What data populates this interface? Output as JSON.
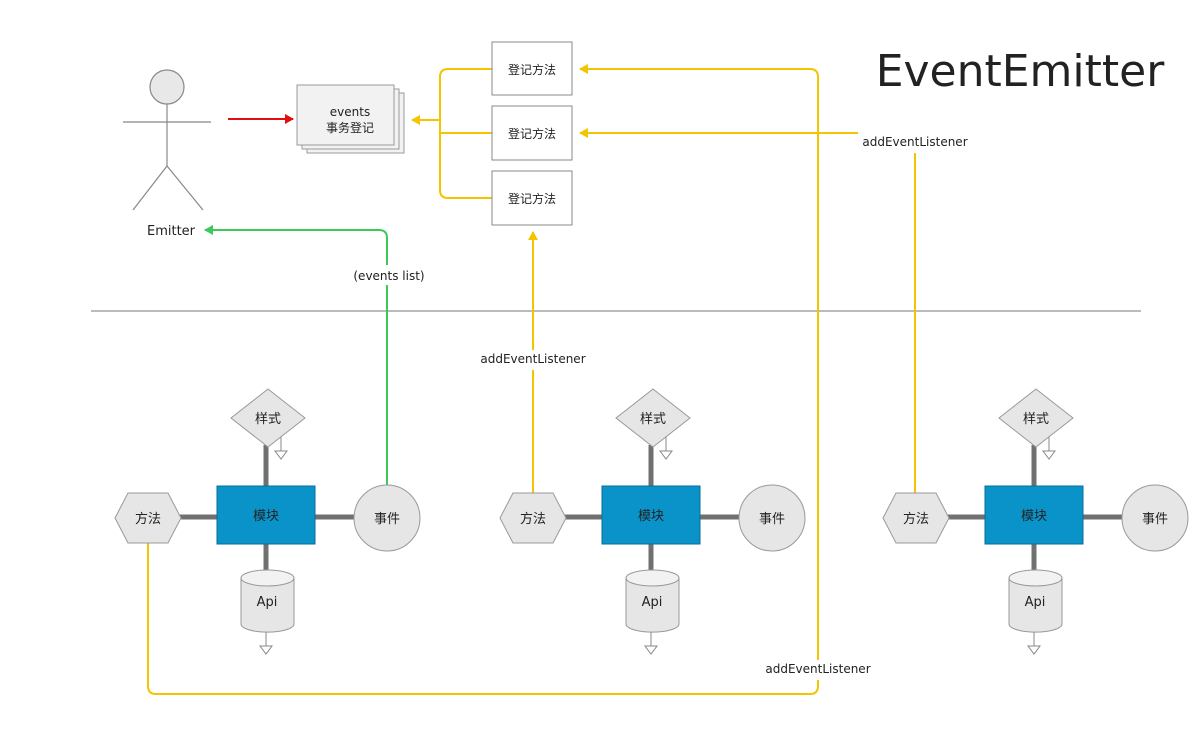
{
  "title": "EventEmitter",
  "actor": {
    "label": "Emitter"
  },
  "registry": {
    "line1": "events",
    "line2": "事务登记"
  },
  "register_boxes": [
    "登记方法",
    "登记方法",
    "登记方法"
  ],
  "edge_labels": {
    "events_list": "(events list)",
    "add_listener_top": "addEventListener",
    "add_listener_mid": "addEventListener",
    "add_listener_bottom": "addEventListener"
  },
  "modules": [
    {
      "module": "模块",
      "style": "样式",
      "method": "方法",
      "event": "事件",
      "api": "Api"
    },
    {
      "module": "模块",
      "style": "样式",
      "method": "方法",
      "event": "事件",
      "api": "Api"
    },
    {
      "module": "模块",
      "style": "样式",
      "method": "方法",
      "event": "事件",
      "api": "Api"
    }
  ],
  "colors": {
    "yellow": "#f5c400",
    "green": "#3cc85a",
    "red": "#e01010",
    "module_fill": "#0a93c9",
    "shape_fill": "#e6e6e6",
    "connector": "#707070"
  }
}
